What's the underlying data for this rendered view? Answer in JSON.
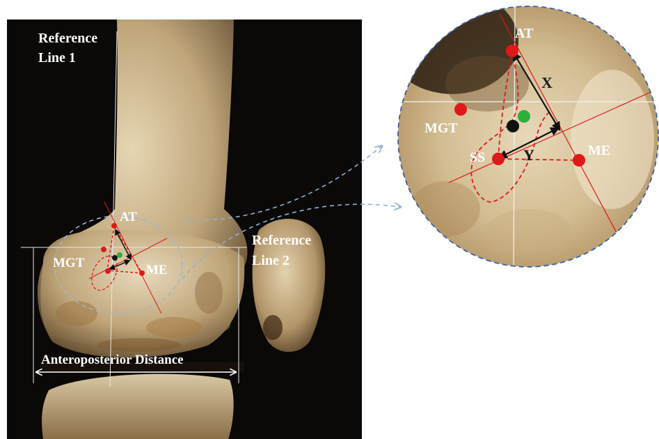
{
  "labels": {
    "reference_line_1_a": "Reference",
    "reference_line_1_b": "Line 1",
    "reference_line_2_a": "Reference",
    "reference_line_2_b": "Line 2",
    "at": "AT",
    "mgt": "MGT",
    "me": "ME",
    "ss": "SS",
    "x": "X",
    "y": "Y",
    "anteroposterior_distance": "Anteroposterior Distance"
  },
  "colors": {
    "background_left": "#0a0a0a",
    "bone_light": "#d8c7a4",
    "bone_mid": "#b59c72",
    "bone_dark": "#6e5738",
    "landmark_red": "#e01818",
    "centroid_green": "#2fae3c",
    "centroid_black": "#111111",
    "dashed_blue": "#3a5fa8",
    "reference_line": "#e8e8e8"
  }
}
